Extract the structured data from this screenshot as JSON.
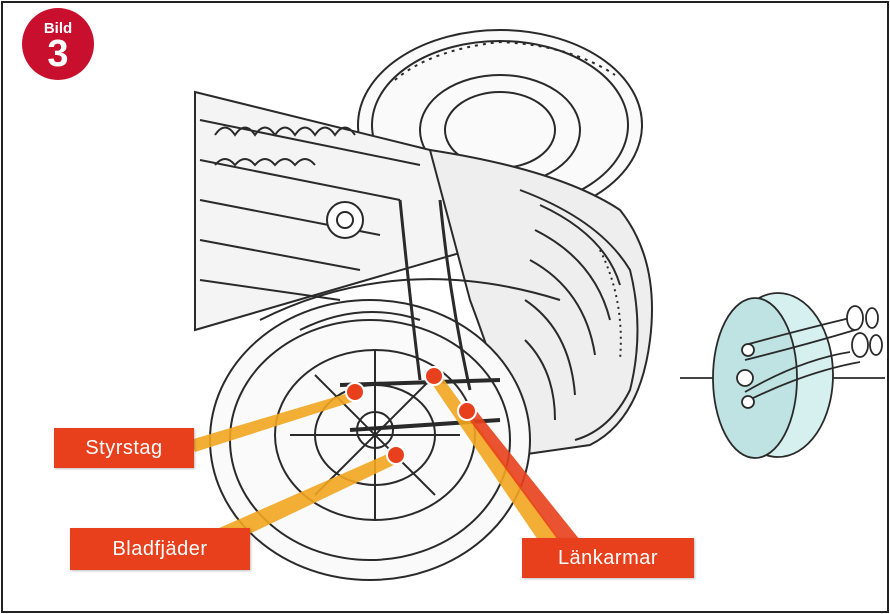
{
  "badge": {
    "word": "Bild",
    "number": "3"
  },
  "callouts": [
    {
      "id": "styrstag",
      "label": "Styrstag"
    },
    {
      "id": "bladfjader",
      "label": "Bladfjäder"
    },
    {
      "id": "lankarmar",
      "label": "Länkarmar"
    }
  ],
  "colors": {
    "badge": "#c8102e",
    "callout_box": "#e8401c",
    "callout_line": "#f2a51f",
    "callout_dot": "#e8401c",
    "frame": "#222222",
    "line_art": "#2a2a2a",
    "detail_fill": "#bfe3e3"
  }
}
